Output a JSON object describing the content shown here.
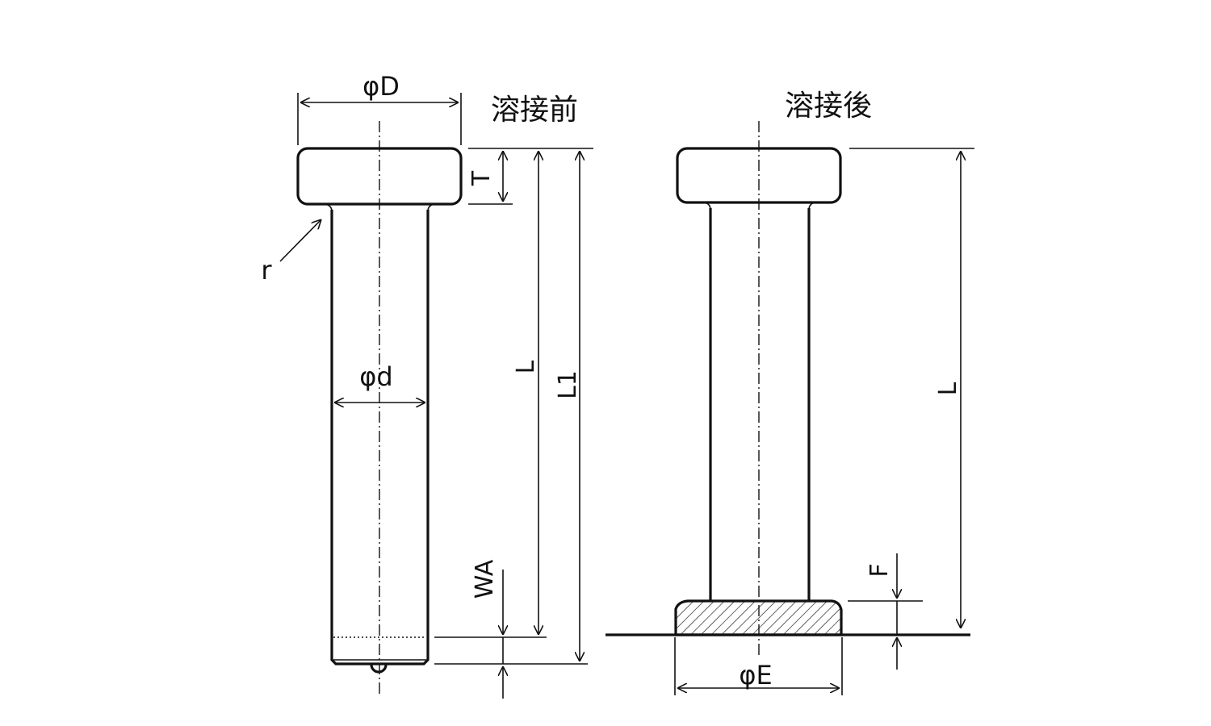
{
  "titles": {
    "before": "溶接前",
    "after": "溶接後"
  },
  "labels": {
    "phi_D": "φD",
    "phi_d": "φd",
    "phi_E": "φE",
    "T": "T",
    "r": "r",
    "L_before": "L",
    "L1": "L1",
    "WA": "WA",
    "L_after": "L",
    "F": "F"
  }
}
